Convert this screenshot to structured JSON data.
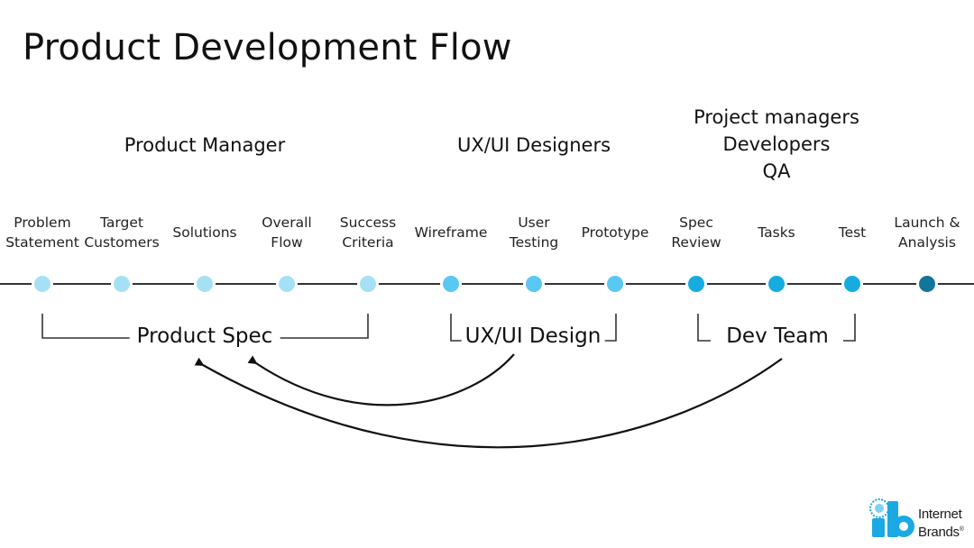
{
  "title": "Product Development Flow",
  "roles": [
    {
      "label": "Product Manager"
    },
    {
      "label": "UX/UI Designers"
    },
    {
      "lines": [
        "Project managers",
        "Developers",
        "QA"
      ]
    }
  ],
  "steps": [
    {
      "lines": [
        "Problem",
        "Statement"
      ],
      "color": "#a6e0f5"
    },
    {
      "lines": [
        "Target",
        "Customers"
      ],
      "color": "#a6e0f5"
    },
    {
      "lines": [
        "Solutions"
      ],
      "color": "#a6e0f5"
    },
    {
      "lines": [
        "Overall",
        "Flow"
      ],
      "color": "#a6e0f5"
    },
    {
      "lines": [
        "Success",
        "Criteria"
      ],
      "color": "#a6e0f5"
    },
    {
      "lines": [
        "Wireframe"
      ],
      "color": "#5ac8f2"
    },
    {
      "lines": [
        "User",
        "Testing"
      ],
      "color": "#5ac8f2"
    },
    {
      "lines": [
        "Prototype"
      ],
      "color": "#5ac8f2"
    },
    {
      "lines": [
        "Spec",
        "Review"
      ],
      "color": "#16ace0"
    },
    {
      "lines": [
        "Tasks"
      ],
      "color": "#16ace0"
    },
    {
      "lines": [
        "Test"
      ],
      "color": "#16ace0"
    },
    {
      "lines": [
        "Launch &",
        "Analysis"
      ],
      "color": "#137599"
    }
  ],
  "groups": [
    {
      "label": "Product Spec"
    },
    {
      "label": "UX/UI Design"
    },
    {
      "label": "Dev Team"
    }
  ],
  "feedback_arrows": [
    {
      "from": "UX/UI Design",
      "to": "Product Spec"
    },
    {
      "from": "Dev Team",
      "to": "Product Spec"
    }
  ],
  "logo": {
    "line1": "Internet",
    "line2": "Brands",
    "mark": "ib",
    "color": "#1aa9e3"
  }
}
